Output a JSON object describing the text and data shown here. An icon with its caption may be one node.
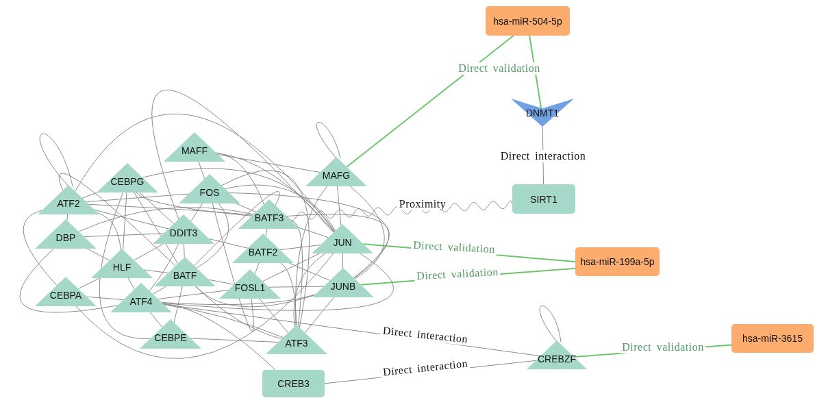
{
  "diagram": {
    "nodes": [
      {
        "text": [
          "MAFF"
        ]
      },
      {
        "text": [
          "CEBPG"
        ]
      },
      {
        "text": [
          "MAFG"
        ]
      },
      {
        "text": [
          "ATF2"
        ]
      },
      {
        "text": [
          "FOS"
        ]
      },
      {
        "text": [
          "BATF3"
        ]
      },
      {
        "text": [
          "DBP"
        ]
      },
      {
        "text": [
          "DDIT3"
        ]
      },
      {
        "text": [
          "JUN"
        ]
      },
      {
        "text": [
          "BATF2"
        ]
      },
      {
        "text": [
          "HLF"
        ]
      },
      {
        "text": [
          "BATF"
        ]
      },
      {
        "text": [
          "FOSL1"
        ]
      },
      {
        "text": [
          "JUNB"
        ]
      },
      {
        "text": [
          "CEBPA"
        ]
      },
      {
        "text": [
          "ATF4"
        ]
      },
      {
        "text": [
          "CEBPE"
        ]
      },
      {
        "text": [
          "ATF3"
        ]
      },
      {
        "text": [
          "CREB3"
        ]
      },
      {
        "text": [
          "hsa-miR-504-5p"
        ]
      },
      {
        "text": [
          "DNMT1"
        ]
      },
      {
        "text": [
          "SIRT1"
        ]
      },
      {
        "text": [
          "hsa-miR-199a-5p"
        ]
      },
      {
        "text": [
          "CREBZF"
        ]
      },
      {
        "text": [
          "hsa-miR-3615"
        ]
      }
    ],
    "edges": [
      {
        "from": 19,
        "to": 2,
        "arrow": "none",
        "label": "Direct validation",
        "color": "#6cc66c"
      },
      {
        "from": 19,
        "to": 20,
        "arrow": "none",
        "color": "#6cc66c"
      },
      {
        "from": 20,
        "to": 21,
        "arrow": "none",
        "label": "Direct interaction"
      },
      {
        "from": 5,
        "to": 21,
        "arrow": "none",
        "label": "Proximity"
      },
      {
        "from": 8,
        "to": 22,
        "arrow": "none",
        "label": "Direct validation",
        "color": "#6cc66c"
      },
      {
        "from": 13,
        "to": 22,
        "arrow": "none",
        "label": "Direct validation",
        "color": "#6cc66c"
      },
      {
        "from": 15,
        "to": 23,
        "arrow": "none",
        "label": "Direct interaction"
      },
      {
        "from": 18,
        "to": 23,
        "arrow": "none",
        "label": "Direct interaction"
      },
      {
        "from": 23,
        "to": 24,
        "arrow": "none",
        "label": "Direct validation",
        "color": "#6cc66c"
      },
      {
        "from": 23,
        "to": 23,
        "arrow": "none"
      },
      {
        "from": 3,
        "to": 3,
        "arrow": "none"
      },
      {
        "from": 2,
        "to": 2,
        "arrow": "none"
      },
      {
        "from": 15,
        "to": 18,
        "arrow": "none"
      },
      {
        "from": 3,
        "to": 1,
        "arrow": "none"
      },
      {
        "from": 3,
        "to": 4,
        "arrow": "none"
      },
      {
        "from": 3,
        "to": 5,
        "arrow": "none"
      },
      {
        "from": 3,
        "to": 7,
        "arrow": "none"
      },
      {
        "from": 3,
        "to": 8,
        "arrow": "none"
      },
      {
        "from": 3,
        "to": 10,
        "arrow": "none"
      },
      {
        "from": 3,
        "to": 11,
        "arrow": "none"
      },
      {
        "from": 3,
        "to": 6,
        "arrow": "none"
      },
      {
        "from": 3,
        "to": 14,
        "arrow": "none"
      },
      {
        "from": 6,
        "to": 7,
        "arrow": "none"
      },
      {
        "from": 6,
        "to": 5,
        "arrow": "none"
      },
      {
        "from": 6,
        "to": 15,
        "arrow": "none"
      },
      {
        "from": 6,
        "to": 10,
        "arrow": "none"
      },
      {
        "from": 1,
        "to": 7,
        "arrow": "none"
      },
      {
        "from": 1,
        "to": 5,
        "arrow": "none"
      },
      {
        "from": 1,
        "to": 8,
        "arrow": "none"
      },
      {
        "from": 1,
        "to": 10,
        "arrow": "none"
      },
      {
        "from": 1,
        "to": 16,
        "arrow": "none"
      },
      {
        "from": 1,
        "to": 11,
        "arrow": "none"
      },
      {
        "from": 0,
        "to": 2,
        "arrow": "none"
      },
      {
        "from": 0,
        "to": 4,
        "arrow": "none"
      },
      {
        "from": 0,
        "to": 5,
        "arrow": "none"
      },
      {
        "from": 0,
        "to": 8,
        "arrow": "none"
      },
      {
        "from": 4,
        "to": 8,
        "arrow": "none"
      },
      {
        "from": 4,
        "to": 13,
        "arrow": "none"
      },
      {
        "from": 4,
        "to": 5,
        "arrow": "none"
      },
      {
        "from": 4,
        "to": 17,
        "arrow": "none"
      },
      {
        "from": 4,
        "to": 11,
        "arrow": "none"
      },
      {
        "from": 4,
        "to": 7,
        "arrow": "none"
      },
      {
        "from": 4,
        "to": 12,
        "arrow": "none"
      },
      {
        "from": 7,
        "to": 8,
        "arrow": "none"
      },
      {
        "from": 7,
        "to": 9,
        "arrow": "none"
      },
      {
        "from": 7,
        "to": 15,
        "arrow": "none"
      },
      {
        "from": 7,
        "to": 10,
        "arrow": "none"
      },
      {
        "from": 7,
        "to": 11,
        "arrow": "none"
      },
      {
        "from": 5,
        "to": 8,
        "arrow": "none"
      },
      {
        "from": 5,
        "to": 13,
        "arrow": "none"
      },
      {
        "from": 5,
        "to": 9,
        "arrow": "none"
      },
      {
        "from": 5,
        "to": 11,
        "arrow": "none"
      },
      {
        "from": 5,
        "to": 17,
        "arrow": "none"
      },
      {
        "from": 8,
        "to": 9,
        "arrow": "none"
      },
      {
        "from": 8,
        "to": 13,
        "arrow": "none"
      },
      {
        "from": 8,
        "to": 12,
        "arrow": "none"
      },
      {
        "from": 8,
        "to": 17,
        "arrow": "none"
      },
      {
        "from": 8,
        "to": 15,
        "arrow": "none"
      },
      {
        "from": 8,
        "to": 14,
        "arrow": "none"
      },
      {
        "from": 9,
        "to": 13,
        "arrow": "none"
      },
      {
        "from": 9,
        "to": 12,
        "arrow": "none"
      },
      {
        "from": 9,
        "to": 17,
        "arrow": "none"
      },
      {
        "from": 10,
        "to": 15,
        "arrow": "none"
      },
      {
        "from": 10,
        "to": 11,
        "arrow": "none"
      },
      {
        "from": 10,
        "to": 14,
        "arrow": "none"
      },
      {
        "from": 11,
        "to": 13,
        "arrow": "none"
      },
      {
        "from": 11,
        "to": 15,
        "arrow": "none"
      },
      {
        "from": 11,
        "to": 17,
        "arrow": "none"
      },
      {
        "from": 11,
        "to": 12,
        "arrow": "none"
      },
      {
        "from": 11,
        "to": 16,
        "arrow": "none"
      },
      {
        "from": 12,
        "to": 13,
        "arrow": "none"
      },
      {
        "from": 12,
        "to": 17,
        "arrow": "none"
      },
      {
        "from": 12,
        "to": 15,
        "arrow": "none"
      },
      {
        "from": 13,
        "to": 17,
        "arrow": "none"
      },
      {
        "from": 13,
        "to": 15,
        "arrow": "none"
      },
      {
        "from": 15,
        "to": 14,
        "arrow": "none"
      },
      {
        "from": 15,
        "to": 16,
        "arrow": "none"
      },
      {
        "from": 15,
        "to": 17,
        "arrow": "none"
      },
      {
        "from": 16,
        "to": 17,
        "arrow": "none"
      },
      {
        "from": 2,
        "to": 8,
        "arrow": "none"
      },
      {
        "from": 2,
        "to": 13,
        "arrow": "none"
      },
      {
        "from": 2,
        "to": 17,
        "arrow": "none"
      }
    ]
  }
}
